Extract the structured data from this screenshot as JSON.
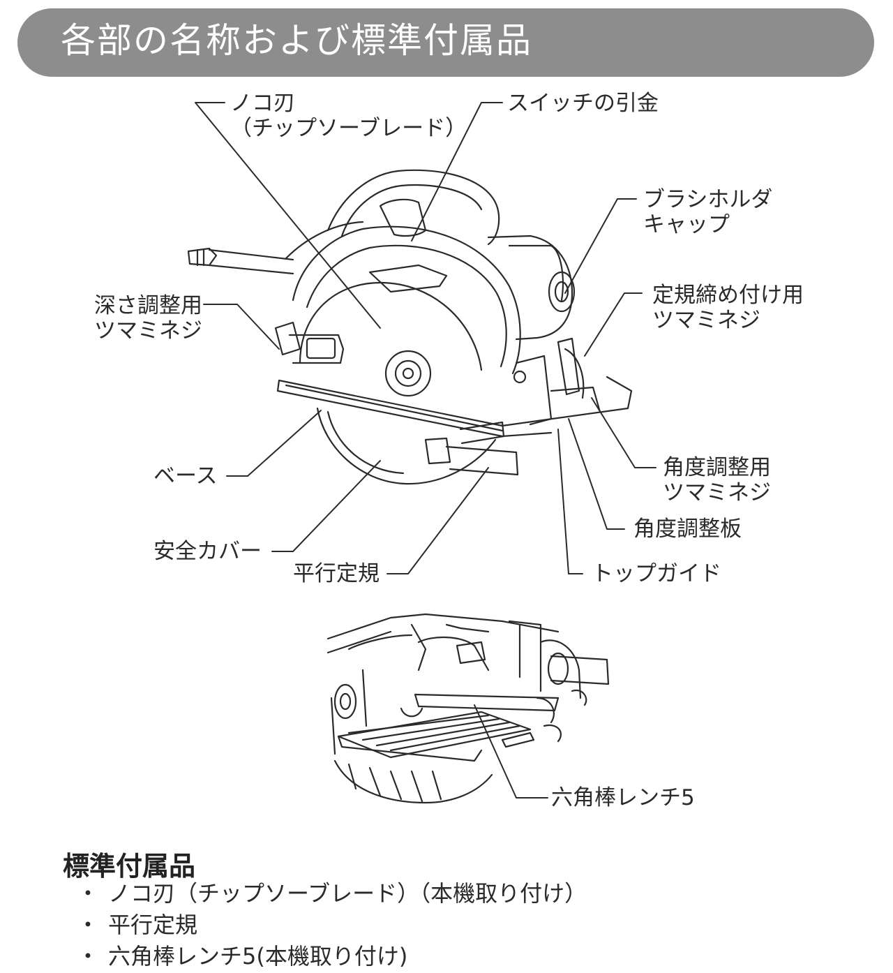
{
  "header": {
    "title": "各部の名称および標準付属品"
  },
  "labels": {
    "blade": [
      "ノコ刃",
      "（チップソーブレード）"
    ],
    "switch": "スイッチの引金",
    "brush_cap": [
      "ブラシホルダ",
      "キャップ"
    ],
    "depth_knob": [
      "深さ調整用",
      "ツマミネジ"
    ],
    "guide_knob": [
      "定規締め付け用",
      "ツマミネジ"
    ],
    "base": "ベース",
    "safety_cover": "安全カバー",
    "parallel_guide": "平行定規",
    "angle_knob": [
      "角度調整用",
      "ツマミネジ"
    ],
    "angle_plate": "角度調整板",
    "top_guide": "トップガイド",
    "hex_wrench": "六角棒レンチ5"
  },
  "accessories": {
    "title": "標準付属品",
    "bullet": "・",
    "items": [
      "ノコ刃（チップソーブレード）（本機取り付け）",
      "平行定規",
      "六角棒レンチ5(本機取り付け)"
    ]
  }
}
